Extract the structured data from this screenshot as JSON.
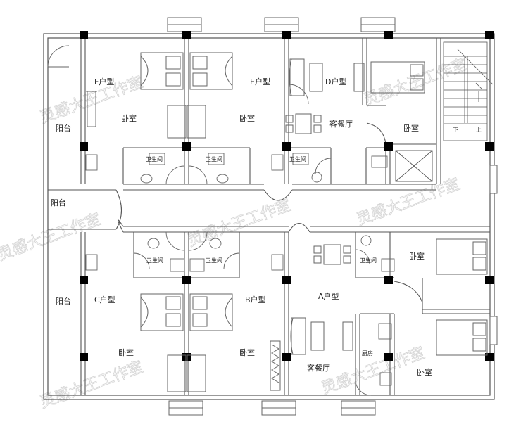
{
  "rooms": {
    "f_unit": "F户型",
    "e_unit": "E户型",
    "d_unit": "D户型",
    "c_unit": "C户型",
    "b_unit": "B户型",
    "a_unit": "A户型",
    "bedroom": "卧室",
    "balcony": "阳台",
    "bathroom": "卫生间",
    "living_dining": "客餐厅",
    "kitchen": "厨房",
    "stairs_down": "下",
    "stairs_up": "上"
  },
  "watermark": "灵感大王工作室",
  "colors": {
    "wall": "#555555",
    "column": "#000000",
    "furniture": "#777777",
    "watermark": "#d6d6d6"
  }
}
